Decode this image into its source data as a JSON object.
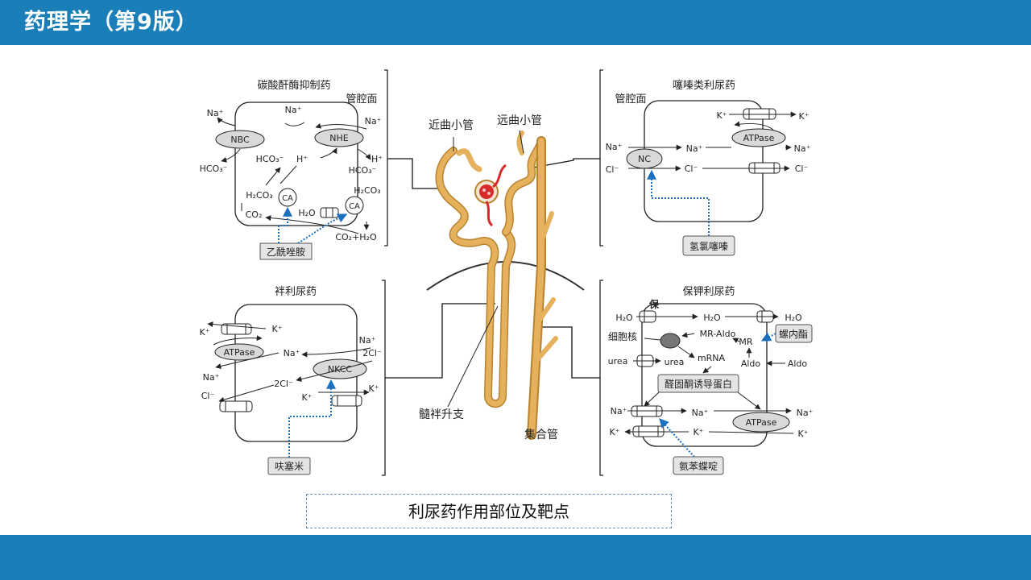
{
  "header": {
    "title": "药理学（第9版）"
  },
  "caption": "利尿药作用部位及靶点",
  "colors": {
    "bar": "#1a7fb9",
    "nephron": "#e6b15c",
    "nephron_dark": "#b8832e",
    "arrow_blue": "#1b6fbf",
    "glomerulus": "#d62b2b"
  },
  "nephron": {
    "proximal_tubule": "近曲小管",
    "distal_tubule": "远曲小管",
    "loop_ascending": "髓袢升支",
    "collecting_duct": "集合管"
  },
  "ca_panel": {
    "title": "碳酸酐酶抑制药",
    "lumen_label": "管腔面",
    "drug": "乙酰唑胺",
    "nbc": "NBC",
    "nhe": "NHE",
    "ca": "CA",
    "na_out": "Na⁺",
    "na_top": "Na⁺",
    "na_lumen": "Na⁺",
    "hco3_out": "HCO₃⁻",
    "hco3_in": "HCO₃⁻",
    "h_in": "H⁺",
    "h_lumen": "H⁺",
    "hco3_lumen": "HCO₃⁻",
    "h2co3_in": "H₂CO₃",
    "h2co3_lumen": "H₂CO₃",
    "co2": "CO₂",
    "h2o": "H₂O",
    "co2_h2o": "CO₂+H₂O"
  },
  "thiazide_panel": {
    "title": "噻嗪类利尿药",
    "lumen_label": "管腔面",
    "drug": "氢氯噻嗪",
    "nc": "NC",
    "atpase": "ATPase",
    "k_left": "K⁺",
    "k_right": "K⁺",
    "na_lumen": "Na⁺",
    "na_mid": "Na⁺",
    "na_right": "Na⁺",
    "cl_lumen": "Cl⁻",
    "cl_mid": "Cl⁻",
    "cl_right": "Cl⁻"
  },
  "loop_panel": {
    "title": "袢利尿药",
    "drug": "呋塞米",
    "nkcc": "NKCC",
    "atpase": "ATPase",
    "k_left": "K⁺",
    "k_top": "K⁺",
    "na_left": "Na⁺",
    "na_mid": "Na⁺",
    "cl_left": "Cl⁻",
    "na_lumen": "Na⁺",
    "twocl_lumen": "2Cl⁻",
    "twocl_mid": "2Cl⁻",
    "k_mid": "K⁺",
    "k_right": "K⁺"
  },
  "ksparing_panel": {
    "title": "保钾利尿药",
    "bao": "保",
    "h2o_left": "H₂O",
    "h2o_mid": "H₂O",
    "h2o_right": "H₂O",
    "nucleus": "细胞核",
    "mr_aldo": "MR-Aldo",
    "mr": "MR",
    "spironolactone": "螺内酯",
    "mrna": "mRNA",
    "urea_left": "urea",
    "urea_mid": "urea",
    "aldo_in": "Aldo",
    "aldo_out": "Aldo",
    "protein": "醛固酮诱导蛋白",
    "atpase": "ATPase",
    "na_left": "Na⁺",
    "na_mid": "Na⁺",
    "na_right": "Na⁺",
    "k_left": "K⁺",
    "k_mid": "K⁺",
    "k_right": "K⁺",
    "drug": "氨苯蝶啶"
  }
}
